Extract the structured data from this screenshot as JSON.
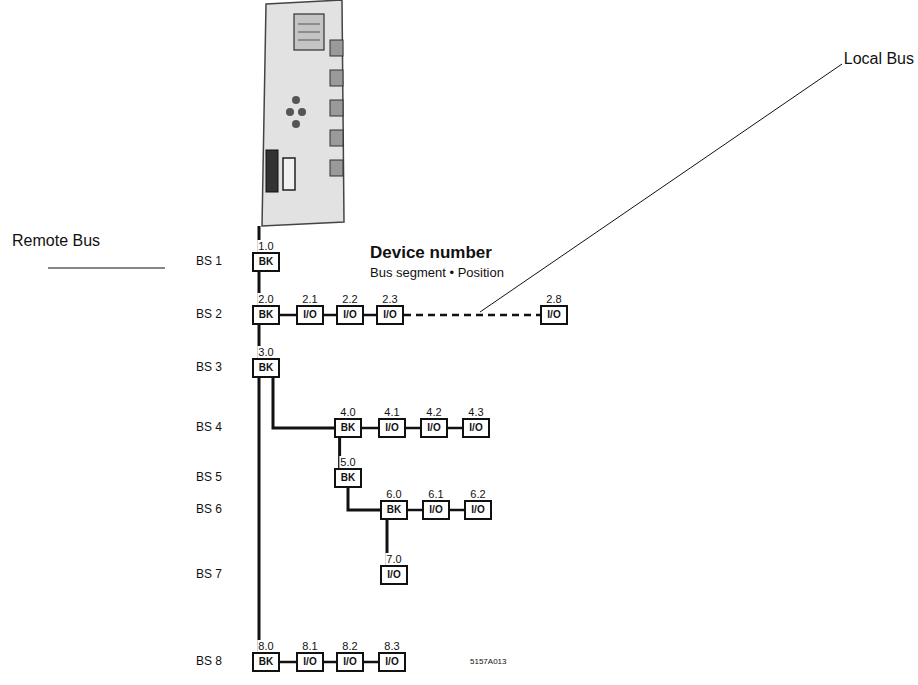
{
  "diagram": {
    "nodes": [
      {
        "text": [
          "1.0",
          "BK"
        ]
      },
      {
        "text": [
          "2.0",
          "BK"
        ]
      },
      {
        "text": [
          "2.1",
          "I/O"
        ]
      },
      {
        "text": [
          "2.2",
          "I/O"
        ]
      },
      {
        "text": [
          "2.3",
          "I/O"
        ]
      },
      {
        "text": [
          "2.8",
          "I/O"
        ]
      },
      {
        "text": [
          "3.0",
          "BK"
        ]
      },
      {
        "text": [
          "4.0",
          "BK"
        ]
      },
      {
        "text": [
          "4.1",
          "I/O"
        ]
      },
      {
        "text": [
          "4.2",
          "I/O"
        ]
      },
      {
        "text": [
          "4.3",
          "I/O"
        ]
      },
      {
        "text": [
          "5.0",
          "BK"
        ]
      },
      {
        "text": [
          "6.0",
          "BK"
        ]
      },
      {
        "text": [
          "6.1",
          "I/O"
        ]
      },
      {
        "text": [
          "6.2",
          "I/O"
        ]
      },
      {
        "text": [
          "7.0",
          "I/O"
        ]
      },
      {
        "text": [
          "8.0",
          "BK"
        ]
      },
      {
        "text": [
          "8.1",
          "I/O"
        ]
      },
      {
        "text": [
          "8.2",
          "I/O"
        ]
      },
      {
        "text": [
          "8.3",
          "I/O"
        ]
      }
    ],
    "edges": [
      {
        "from": 0,
        "to": 1,
        "arrow": "none"
      },
      {
        "from": 1,
        "to": 2,
        "arrow": "none"
      },
      {
        "from": 2,
        "to": 3,
        "arrow": "none"
      },
      {
        "from": 3,
        "to": 4,
        "arrow": "none"
      },
      {
        "from": 4,
        "to": 5,
        "arrow": "none"
      },
      {
        "from": 1,
        "to": 6,
        "arrow": "none"
      },
      {
        "from": 6,
        "to": 16,
        "arrow": "none"
      },
      {
        "from": 6,
        "to": 7,
        "arrow": "none"
      },
      {
        "from": 7,
        "to": 8,
        "arrow": "none"
      },
      {
        "from": 8,
        "to": 9,
        "arrow": "none"
      },
      {
        "from": 9,
        "to": 10,
        "arrow": "none"
      },
      {
        "from": 7,
        "to": 11,
        "arrow": "none"
      },
      {
        "from": 11,
        "to": 12,
        "arrow": "none"
      },
      {
        "from": 12,
        "to": 13,
        "arrow": "none"
      },
      {
        "from": 13,
        "to": 14,
        "arrow": "none"
      },
      {
        "from": 12,
        "to": 15,
        "arrow": "none"
      },
      {
        "from": 16,
        "to": 17,
        "arrow": "none"
      },
      {
        "from": 17,
        "to": 18,
        "arrow": "none"
      },
      {
        "from": 18,
        "to": 19,
        "arrow": "none"
      }
    ],
    "labels": [
      "BS 1",
      "BS 2",
      "BS 3",
      "BS 4",
      "BS 5",
      "BS 6",
      "BS 7",
      "BS 8",
      "Device number",
      "Bus segment • Position",
      "Local Bus",
      "Remote Bus",
      "5157A013"
    ]
  }
}
